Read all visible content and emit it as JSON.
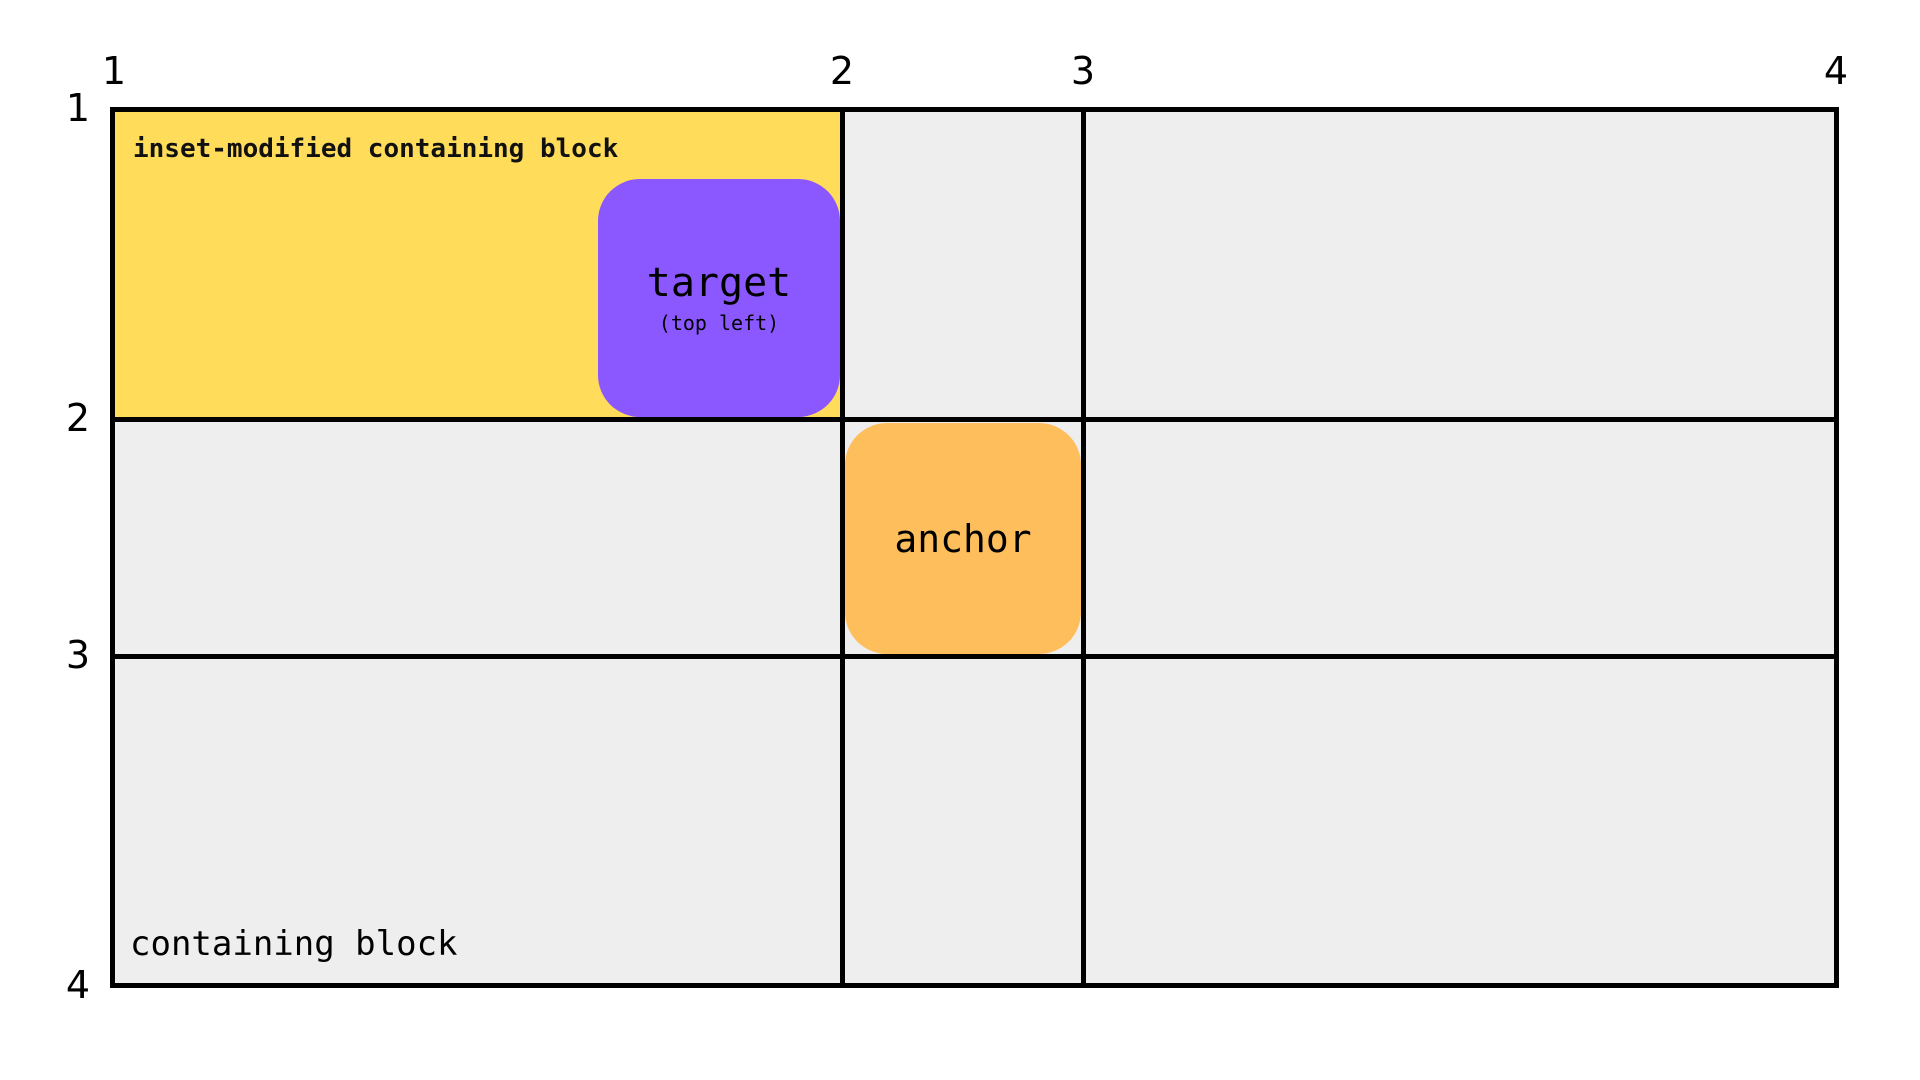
{
  "diagram": {
    "column_lines": [
      "1",
      "2",
      "3",
      "4"
    ],
    "row_lines": [
      "1",
      "2",
      "3",
      "4"
    ],
    "labels": {
      "inset_modified": "inset-modified containing block",
      "containing_block": "containing block"
    },
    "target": {
      "title": "target",
      "subtitle": "(top left)"
    },
    "anchor": {
      "title": "anchor"
    },
    "colors": {
      "grid_background": "#eeeeee",
      "inset_area": "#ffdc5a",
      "target": "#8b57ff",
      "anchor": "#ffbe5c",
      "lines": "#000000"
    }
  }
}
